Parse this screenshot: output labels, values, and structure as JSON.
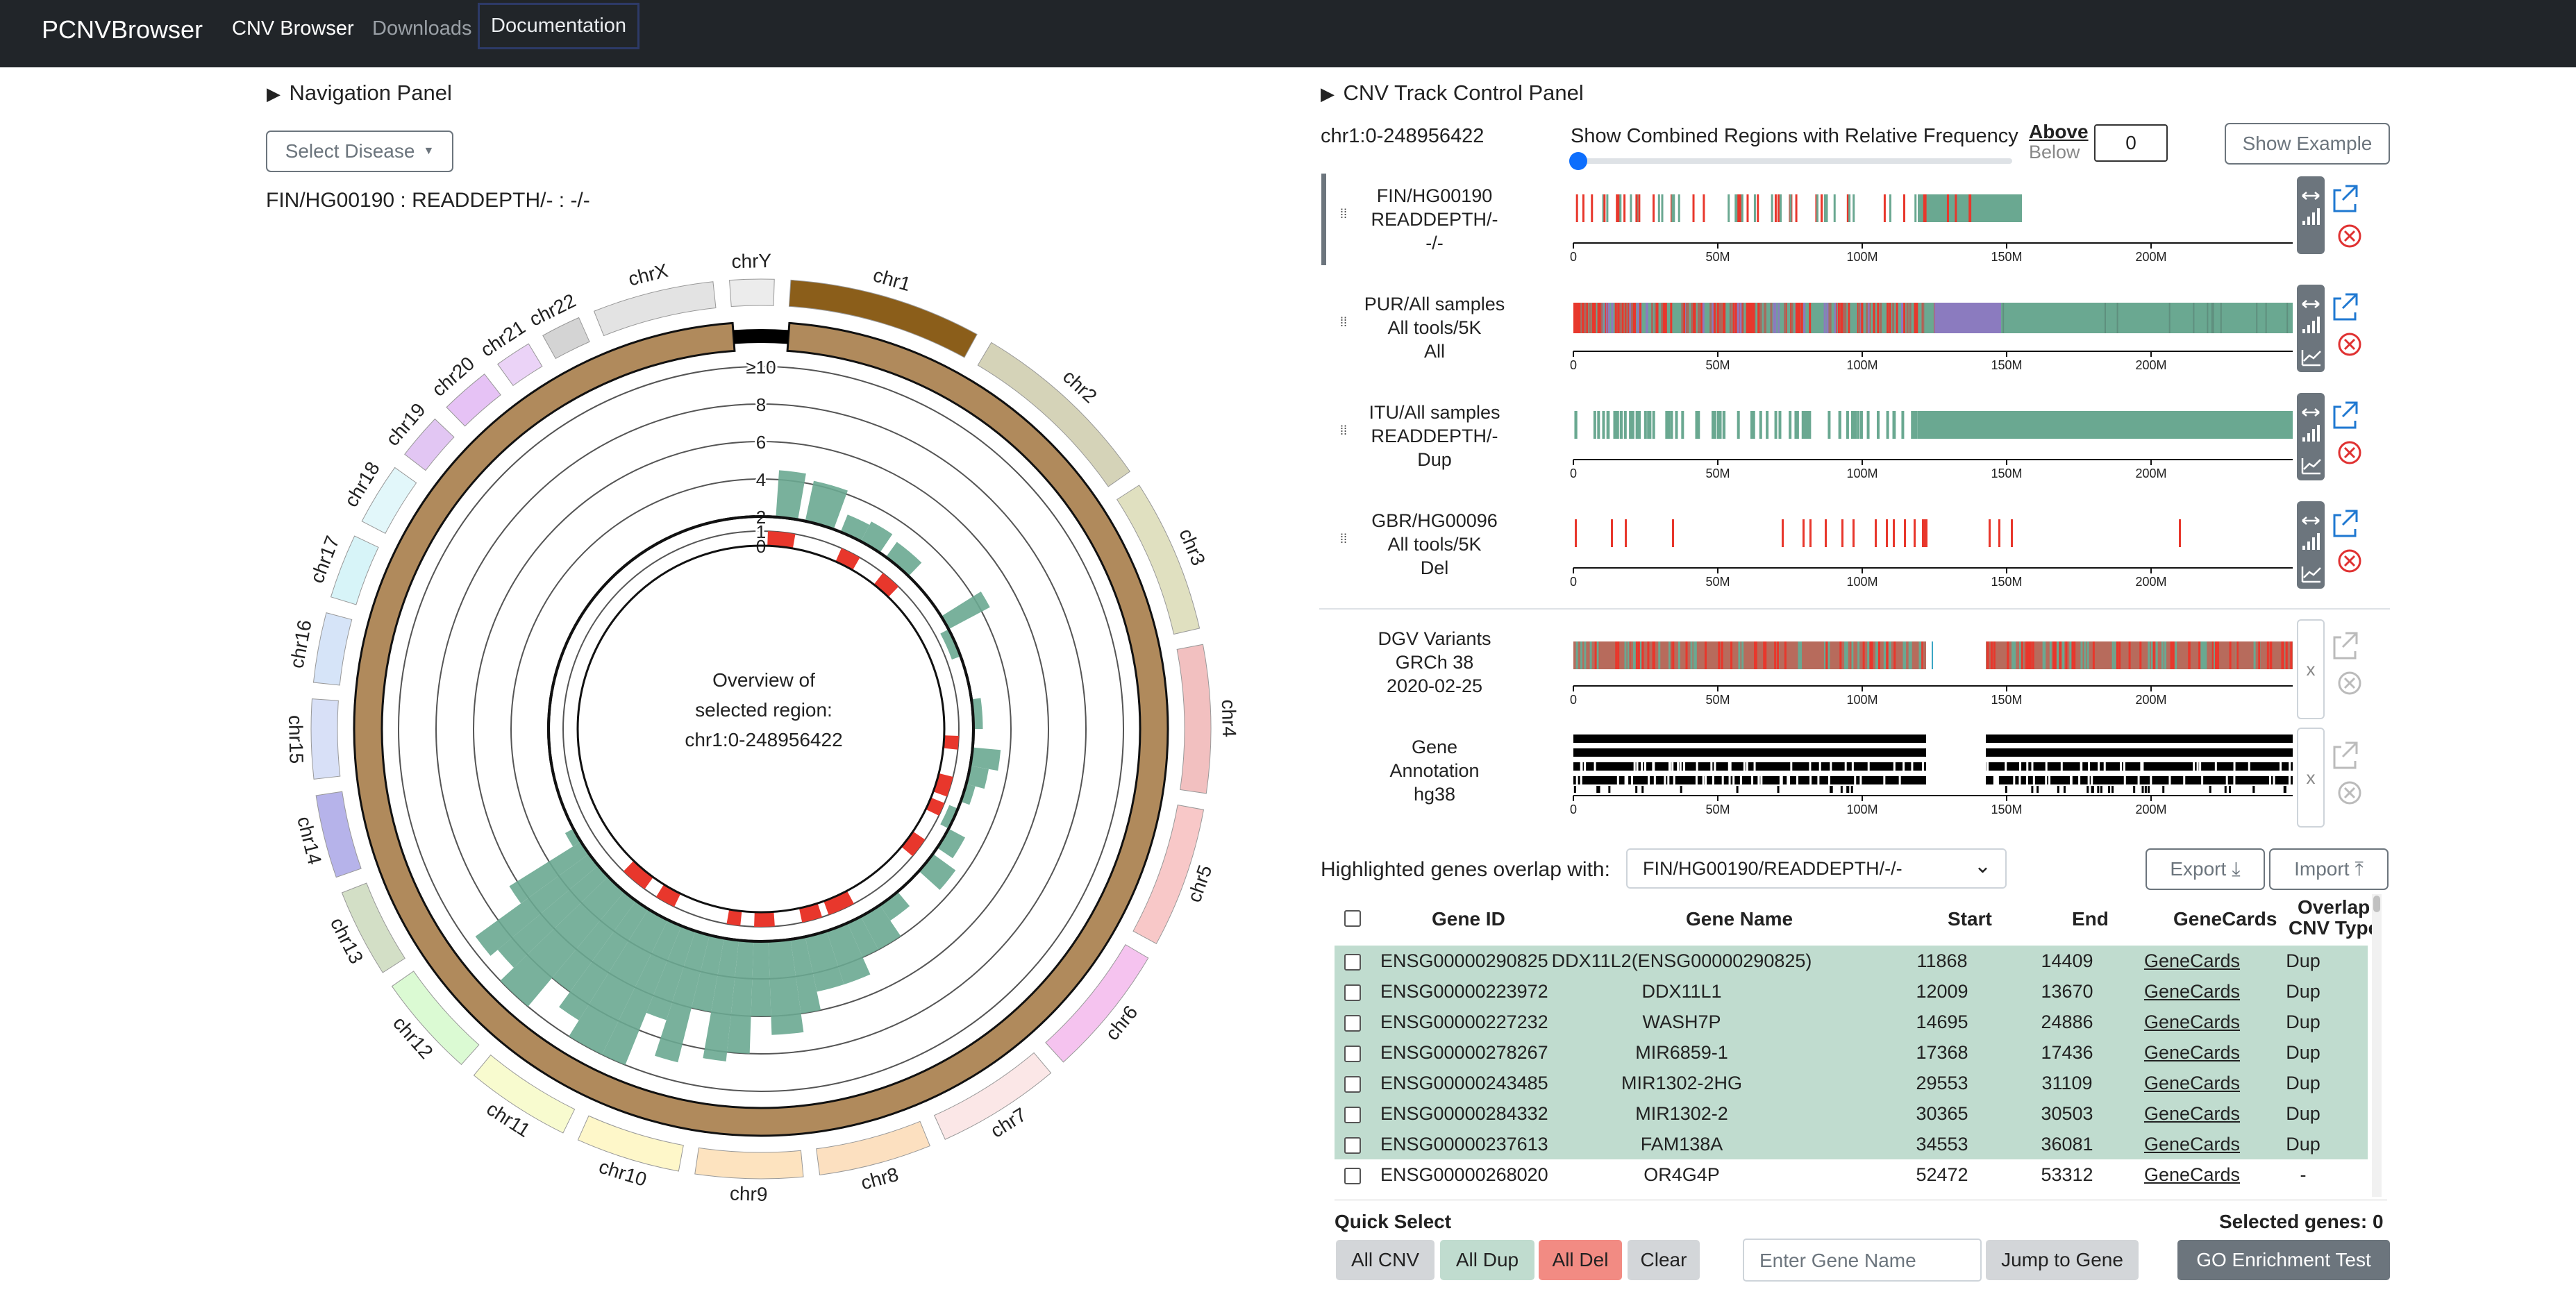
{
  "nav": {
    "brand": "PCNVBrowser",
    "links": [
      "CNV Browser",
      "Downloads",
      "Documentation"
    ]
  },
  "left": {
    "title": "Navigation Panel",
    "select_disease": "Select Disease",
    "selection": "FIN/HG00190 : READDEPTH/- : -/-",
    "center_text": [
      "Overview of",
      "selected region:",
      "chr1:0-248956422"
    ],
    "scale_labels": [
      "≥10",
      "8",
      "6",
      "4",
      "2",
      "1",
      "0"
    ],
    "chromosomes": [
      "chr1",
      "chr2",
      "chr3",
      "chr4",
      "chr5",
      "chr6",
      "chr7",
      "chr8",
      "chr9",
      "chr10",
      "chr11",
      "chr12",
      "chr13",
      "chr14",
      "chr15",
      "chr16",
      "chr17",
      "chr18",
      "chr19",
      "chr20",
      "chr21",
      "chr22",
      "chrX",
      "chrY"
    ],
    "chrom_colors": [
      "#8b5e1a",
      "#d5d3b8",
      "#e0e0c0",
      "#f2c0c0",
      "#f8c8c8",
      "#f5c3ef",
      "#fbe7e7",
      "#fce0c0",
      "#fde3bf",
      "#fef7c9",
      "#f8fbcf",
      "#dbfad3",
      "#d3dfc6",
      "#b6b3ea",
      "#d8e0f7",
      "#d6e4f8",
      "#d7f4f8",
      "#e2f7fa",
      "#e2c6f3",
      "#e6c2f5",
      "#ebd3f7",
      "#d4d4d4",
      "#e3e3e3",
      "#ececec"
    ]
  },
  "right": {
    "title": "CNV Track Control Panel",
    "region": "chr1:0-248956422",
    "combined_label": "Show Combined Regions with Relative Frequency",
    "above": "Above",
    "below": "Below",
    "freq_value": "0",
    "show_example": "Show Example",
    "axis_ticks": [
      "0",
      "50M",
      "100M",
      "150M",
      "200M"
    ],
    "tracks": [
      {
        "lines": [
          "FIN/HG00190",
          "READDEPTH/-",
          "-/-"
        ],
        "color": "#56bcd0"
      },
      {
        "lines": [
          "PUR/All samples",
          "All tools/5K",
          "All"
        ],
        "color": "#e6c268"
      },
      {
        "lines": [
          "ITU/All samples",
          "READDEPTH/-",
          "Dup"
        ],
        "color": "#c7b7d9"
      },
      {
        "lines": [
          "GBR/HG00096",
          "All tools/5K",
          "Del"
        ],
        "color": "#b3c7eb"
      },
      {
        "lines": [
          "DGV Variants",
          "GRCh 38",
          "2020-02-25"
        ],
        "color": "#d3d6d9"
      },
      {
        "lines": [
          "Gene",
          "Annotation",
          "hg38"
        ],
        "color": "#d3d6d9"
      }
    ],
    "x_label": "x",
    "highlight_label": "Highlighted genes overlap with:",
    "highlight_value": "FIN/HG00190/READDEPTH/-/-",
    "export": "Export",
    "import": "Import",
    "table": {
      "headers": [
        "Gene ID",
        "Gene Name",
        "Start",
        "End",
        "GeneCards",
        "Overlap",
        "CNV Type"
      ],
      "rows": [
        [
          "ENSG00000290825",
          "DDX11L2(ENSG00000290825)",
          "11868",
          "14409",
          "GeneCards",
          "Dup"
        ],
        [
          "ENSG00000223972",
          "DDX11L1",
          "12009",
          "13670",
          "GeneCards",
          "Dup"
        ],
        [
          "ENSG00000227232",
          "WASH7P",
          "14695",
          "24886",
          "GeneCards",
          "Dup"
        ],
        [
          "ENSG00000278267",
          "MIR6859-1",
          "17368",
          "17436",
          "GeneCards",
          "Dup"
        ],
        [
          "ENSG00000243485",
          "MIR1302-2HG",
          "29553",
          "31109",
          "GeneCards",
          "Dup"
        ],
        [
          "ENSG00000284332",
          "MIR1302-2",
          "30365",
          "30503",
          "GeneCards",
          "Dup"
        ],
        [
          "ENSG00000237613",
          "FAM138A",
          "34553",
          "36081",
          "GeneCards",
          "Dup"
        ],
        [
          "ENSG00000268020",
          "OR4G4P",
          "52472",
          "53312",
          "GeneCards",
          "-"
        ]
      ]
    },
    "quick_select": "Quick Select",
    "selected_genes": "Selected genes: 0",
    "btn_all_cnv": "All CNV",
    "btn_all_dup": "All Dup",
    "btn_all_del": "All Del",
    "btn_clear": "Clear",
    "gene_placeholder": "Enter Gene Name",
    "btn_jump": "Jump to Gene",
    "btn_go": "GO Enrichment Test"
  },
  "colors": {
    "dup": "#6aa891",
    "del": "#e8372c",
    "ring": "#b08a5c",
    "row_dup": "#c0dccf"
  }
}
